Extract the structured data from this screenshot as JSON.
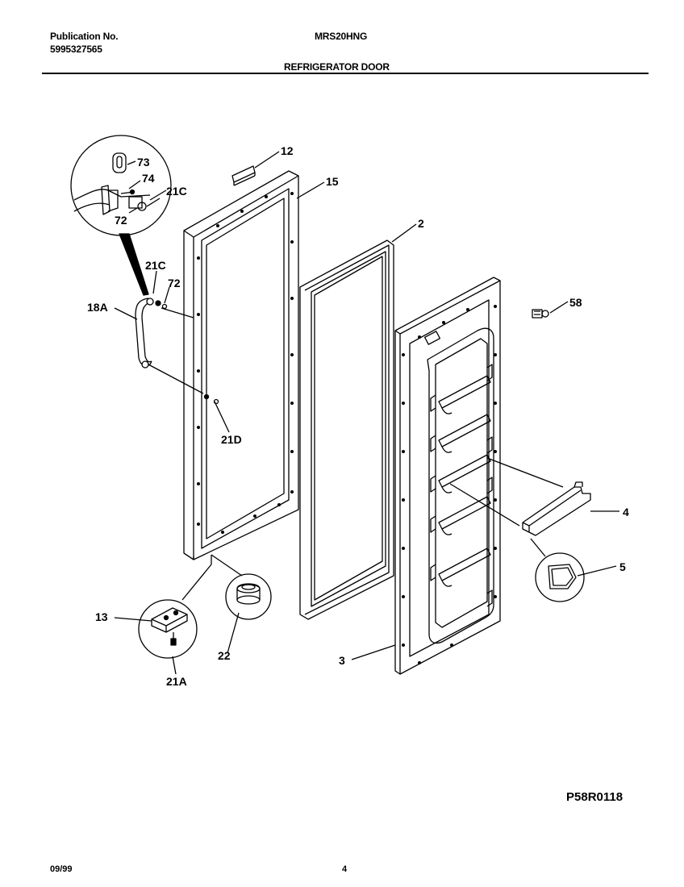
{
  "header": {
    "publication_label": "Publication No.",
    "publication_number": "5995327565",
    "model": "MRS20HNG",
    "section_title": "REFRIGERATOR DOOR"
  },
  "callouts": {
    "c73": "73",
    "c74": "74",
    "c21C_top": "21C",
    "c72_top": "72",
    "c12": "12",
    "c15": "15",
    "c2": "2",
    "c21C": "21C",
    "c72": "72",
    "c18A": "18A",
    "c58": "58",
    "c21D": "21D",
    "c4": "4",
    "c5": "5",
    "c13": "13",
    "c22": "22",
    "c3": "3",
    "c21A": "21A"
  },
  "drawing_ref": "P58R0118",
  "footer": {
    "date": "09/99",
    "page_number": "4"
  }
}
